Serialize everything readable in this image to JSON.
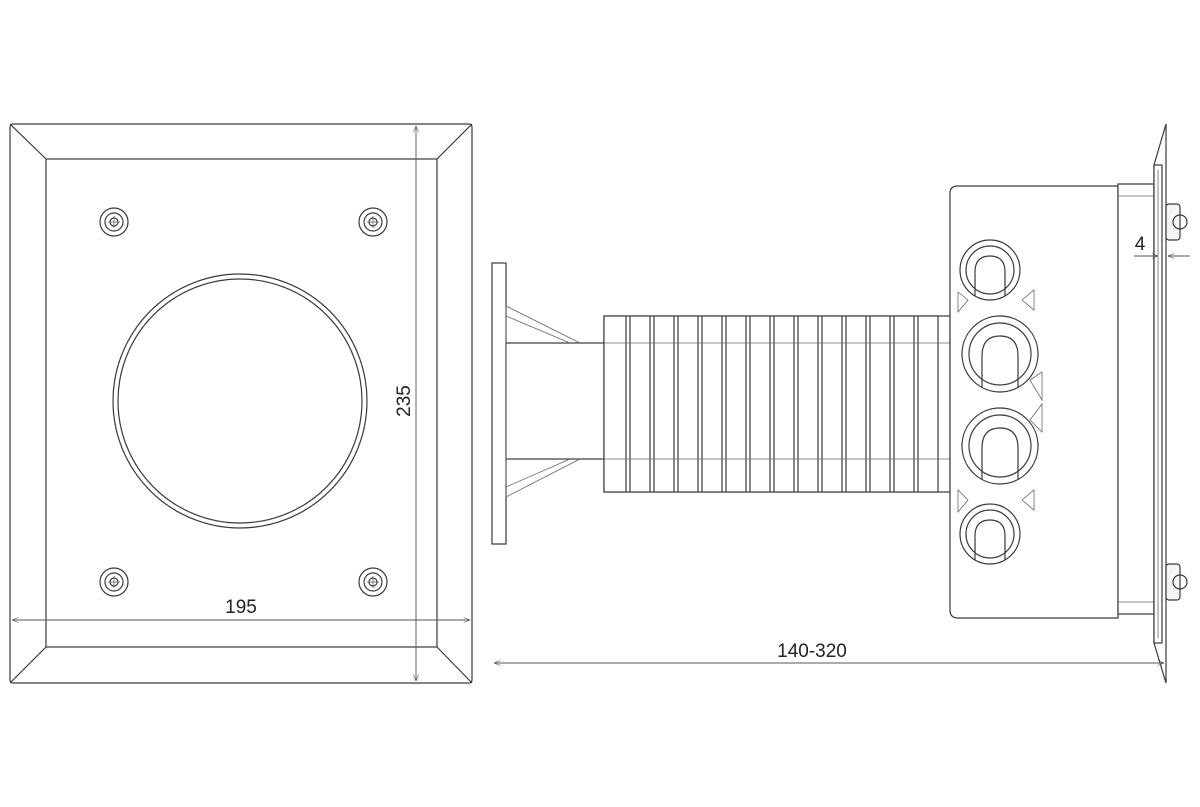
{
  "dimensions": {
    "width": "195",
    "height": "235",
    "depth": "140-320",
    "offset": "4"
  },
  "colors": {
    "line": "#3a3a3a",
    "background": "#ffffff"
  }
}
